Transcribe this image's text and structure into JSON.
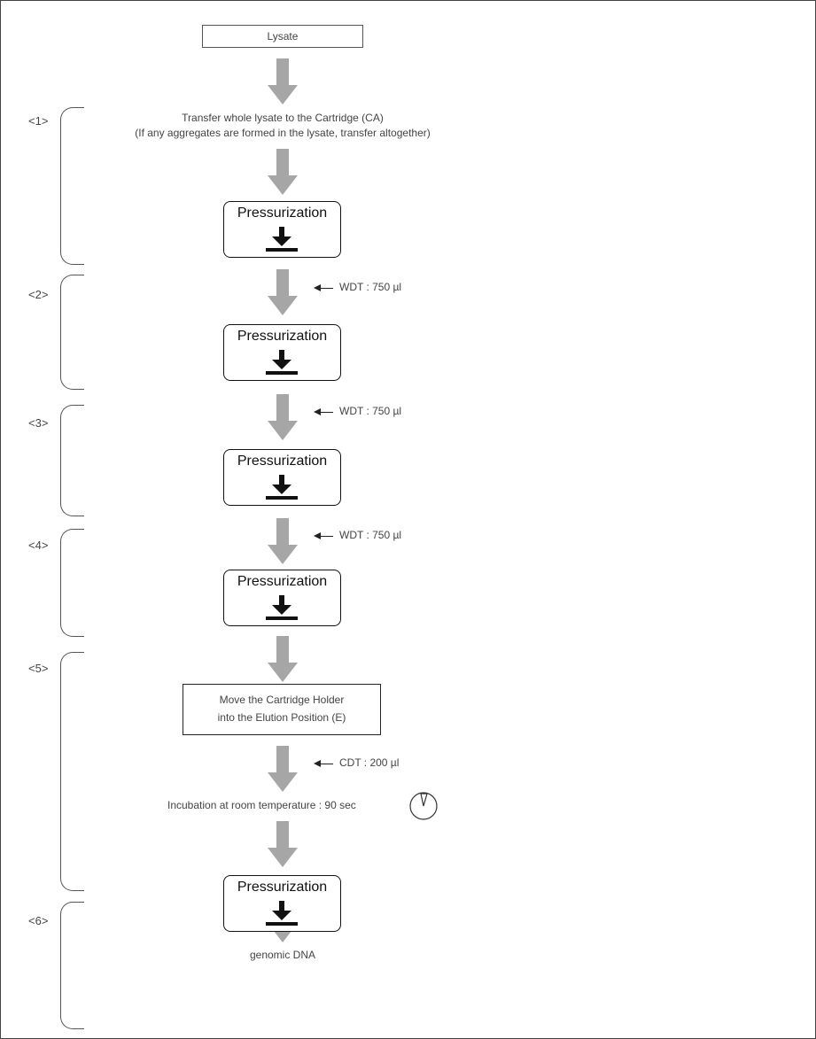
{
  "start_node": "Lysate",
  "steps": [
    "<1>",
    "<2>",
    "<3>",
    "<4>",
    "<5>",
    "<6>"
  ],
  "transfer_text_1": "Transfer whole lysate to the Cartridge (CA)",
  "transfer_text_2": "(If any aggregates are formed in the lysate, transfer altogether)",
  "pressurization_label": "Pressurization",
  "reagents": [
    "WDT : 750 µl",
    "WDT : 750 µl",
    "WDT : 750 µl",
    "CDT : 200 µl"
  ],
  "move_text_1": "Move the Cartridge Holder",
  "move_text_2": "into the Elution Position (E)",
  "incubation_text": "Incubation at room temperature : 90 sec",
  "end_node": "genomic DNA",
  "colors": {
    "arrow": "#a6a6a6",
    "border": "#111111",
    "text": "#444444"
  },
  "icons": [
    "arrow-down-icon",
    "press-down-icon",
    "reagent-arrow-icon",
    "timer-icon"
  ]
}
